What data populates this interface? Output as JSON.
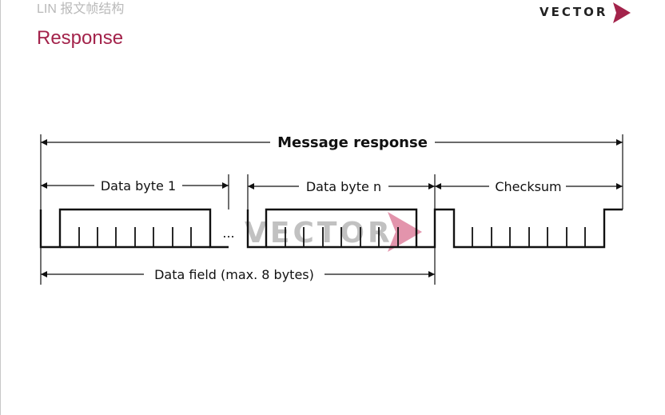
{
  "header": {
    "subtitle": "LIN 报文帧结构",
    "title": "Response"
  },
  "logo": {
    "text": "VECTOR"
  },
  "watermark": {
    "text": "VECTOR"
  },
  "diagram": {
    "message_response_label": "Message response",
    "data_byte_1_label": "Data byte 1",
    "data_byte_n_label": "Data byte n",
    "checksum_label": "Checksum",
    "data_field_label": "Data field (max. 8 bytes)",
    "ellipsis": "..."
  },
  "colors": {
    "accent": "#a3234b",
    "watermark": "#d3587e",
    "ink": "#111111"
  }
}
